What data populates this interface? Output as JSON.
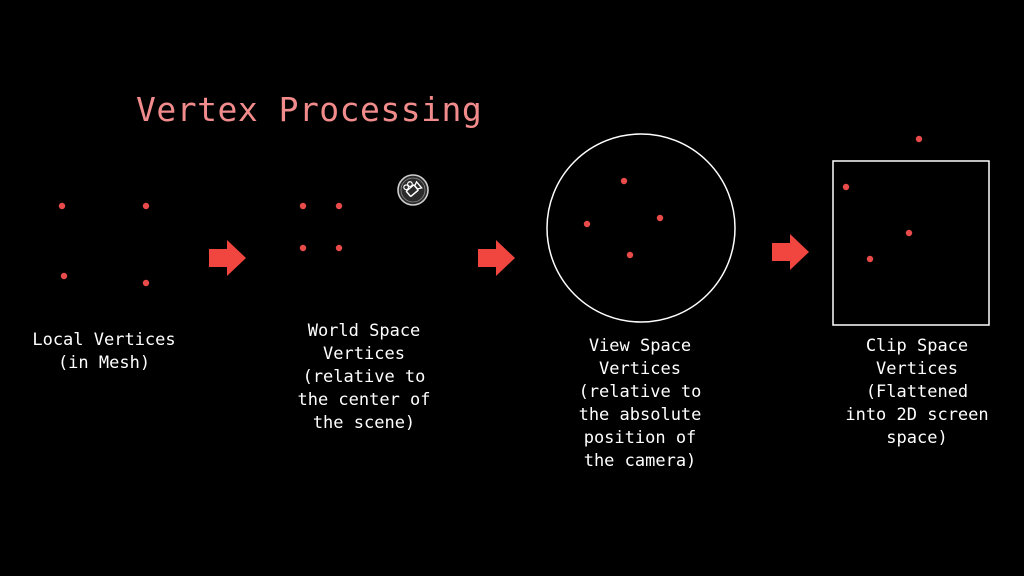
{
  "title": "Vertex Processing",
  "colors": {
    "background": "#000000",
    "title": "#f28b8b",
    "vertex": "#e94a4a",
    "arrow": "#f0463f",
    "outline": "#ffffff",
    "text": "#ffffff"
  },
  "stages": [
    {
      "id": "local",
      "caption": "Local Vertices\n(in Mesh)"
    },
    {
      "id": "world",
      "caption": "World Space\nVertices\n(relative to\nthe center of\nthe scene)",
      "icon": "camera-icon"
    },
    {
      "id": "view",
      "caption": "View Space\nVertices\n(relative to\nthe absolute\nposition of\nthe camera)"
    },
    {
      "id": "clip",
      "caption": "Clip Space\nVertices\n(Flattened\ninto 2D screen\nspace)"
    }
  ]
}
